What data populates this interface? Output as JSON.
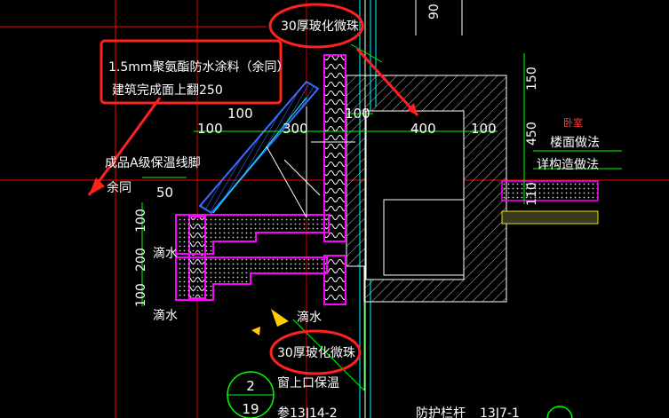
{
  "annotations": {
    "top_label": "30厚玻化微珠",
    "waterproof_line1": "1.5mm聚氨酯防水涂料（余同）",
    "waterproof_line2": "建筑完成面上翻250",
    "baseboard_line1": "成品A级保温线脚",
    "baseboard_line2": "余同",
    "drip1": "滴水",
    "drip2": "滴水",
    "drip3": "滴水",
    "bottom_label": "30厚玻化微珠",
    "window_insulation": "窗上口保温",
    "floor_method": "楼面做法",
    "detail_method": "详构造做法",
    "room_tag": "卧室",
    "ref_text": "参13J14-2",
    "bottom_right_text": "防护栏杆",
    "bottom_right_ref": "13J7-1"
  },
  "dimensions": {
    "d100_left": "100",
    "d100_mid": "100",
    "d300": "300",
    "d100_right": "100",
    "d400": "400",
    "d100_far": "100",
    "d50": "50",
    "v100_a": "100",
    "v200": "200",
    "v100_b": "100",
    "v150": "150",
    "v450": "450",
    "v110": "110",
    "v90": "90"
  },
  "index_circle": {
    "top": "2",
    "bottom": "19"
  },
  "colors": {
    "highlight": "#ff2020",
    "wall_outline": "#ff00ff",
    "dimension_lines": "#00ff00",
    "axis_line": "#ff0000",
    "structure": "#ffffff"
  }
}
